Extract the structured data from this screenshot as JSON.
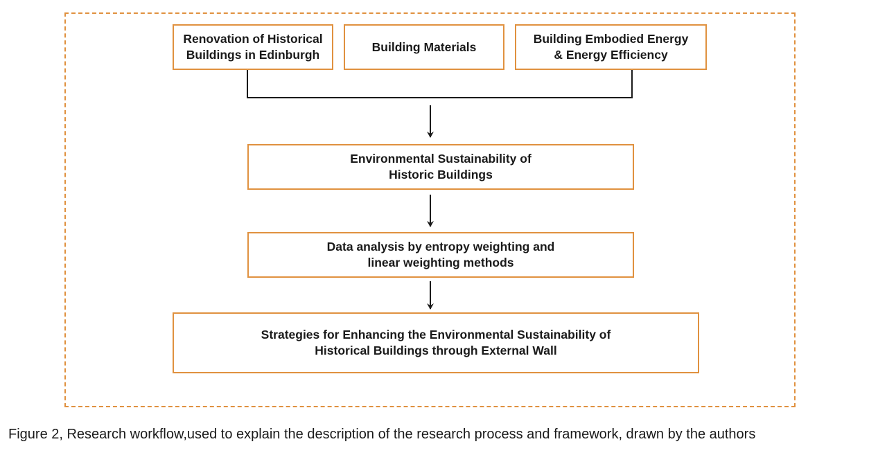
{
  "diagram": {
    "type": "flowchart",
    "accent_color": "#e0913f",
    "line_color": "#1a1a1a",
    "boxes": {
      "renovation": "Renovation of Historical\nBuildings in Edinburgh",
      "materials": "Building Materials",
      "embodied_energy": "Building Embodied Energy\n& Energy Efficiency",
      "environmental": "Environmental Sustainability of\nHistoric Buildings",
      "data_analysis": "Data analysis by entropy weighting and\nlinear weighting methods",
      "strategies": "Strategies for Enhancing the Environmental Sustainability of\nHistorical Buildings through External Wall"
    },
    "edges": [
      {
        "from": "renovation",
        "to": "environmental"
      },
      {
        "from": "materials",
        "to": "environmental"
      },
      {
        "from": "embodied_energy",
        "to": "environmental"
      },
      {
        "from": "environmental",
        "to": "data_analysis"
      },
      {
        "from": "data_analysis",
        "to": "strategies"
      }
    ]
  },
  "caption": "Figure 2, Research workflow,used to explain the description of the research process and framework, drawn by the authors"
}
